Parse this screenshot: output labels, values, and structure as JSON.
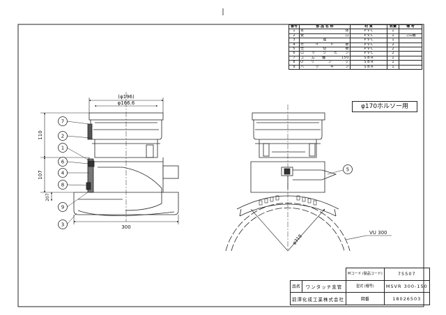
{
  "parts_table": {
    "headers": [
      "番号",
      "部 品 名 称",
      "材 質",
      "数量",
      "備 考"
    ],
    "rows": [
      {
        "no": "1",
        "name": "本 体",
        "material": "P V C",
        "qty": "1",
        "note": ""
      },
      {
        "no": "2",
        "name": "受 口",
        "material": "P V C",
        "qty": "1",
        "note": "ゴム輪"
      },
      {
        "no": "3",
        "name": "座",
        "material": "P V C",
        "qty": "1",
        "note": ""
      },
      {
        "no": "4",
        "name": "ガ イ ド 板",
        "material": "P V C",
        "qty": "2",
        "note": ""
      },
      {
        "no": "5",
        "name": "仕 切 板",
        "material": "P V C",
        "qty": "2",
        "note": ""
      },
      {
        "no": "6",
        "name": "ロ ッ ク ピ ン",
        "material": "P V C",
        "qty": "2",
        "note": ""
      },
      {
        "no": "7",
        "name": "ゴム輪 150",
        "material": "S B R",
        "qty": "1",
        "note": ""
      },
      {
        "no": "8",
        "name": "O リ ン グ",
        "material": "S B R",
        "qty": "1",
        "note": ""
      },
      {
        "no": "9",
        "name": "パ ッ キ ン",
        "material": "S B R",
        "qty": "1",
        "note": ""
      }
    ]
  },
  "holsaw_note": "φ170ホルソー用",
  "dimensions": {
    "top_outer": "(φ196)",
    "top_inner": "φ166.6",
    "height_upper": "110",
    "height_lower": "107",
    "height_base": "207",
    "width_base": "300",
    "pipe_radius": "φ318",
    "pipe_label": "VU 300"
  },
  "balloons": {
    "left": [
      "7",
      "2",
      "1",
      "6",
      "4",
      "8",
      "9",
      "3"
    ],
    "right": [
      "5"
    ]
  },
  "title_block": {
    "code_label": "Mコード (製品コード)",
    "code_value": "75507",
    "name_label": "品名",
    "name_value": "ワンタッチ支管",
    "model_label": "型式 (種号)",
    "model_value": "MSVR 300-150",
    "company": "前澤化成工業株式会社",
    "drawing_no_label": "図番",
    "drawing_no_value": "18026503"
  }
}
